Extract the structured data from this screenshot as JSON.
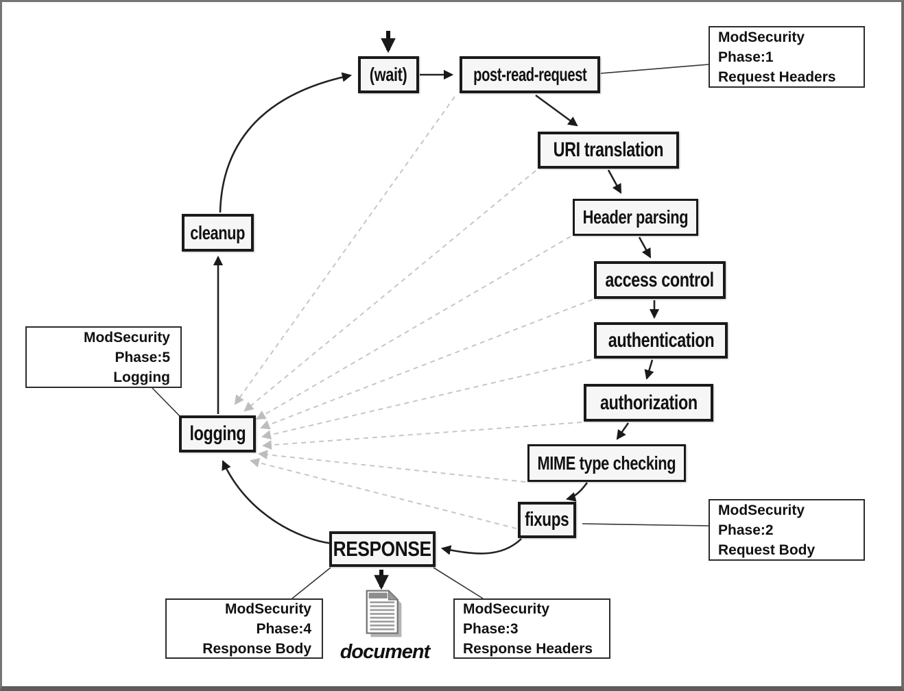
{
  "diagram": {
    "nodes": [
      {
        "id": "wait",
        "label": "(wait)"
      },
      {
        "id": "post-read-request",
        "label": "post-read-request"
      },
      {
        "id": "uri-translation",
        "label": "URI translation"
      },
      {
        "id": "header-parsing",
        "label": "Header parsing"
      },
      {
        "id": "access-control",
        "label": "access control"
      },
      {
        "id": "authentication",
        "label": "authentication"
      },
      {
        "id": "authorization",
        "label": "authorization"
      },
      {
        "id": "mime-type-checking",
        "label": "MIME type checking"
      },
      {
        "id": "fixups",
        "label": "fixups"
      },
      {
        "id": "response",
        "label": "RESPONSE"
      },
      {
        "id": "logging",
        "label": "logging"
      },
      {
        "id": "cleanup",
        "label": "cleanup"
      }
    ],
    "annotations": [
      {
        "id": "modsecurity-phase-1",
        "lines": [
          "ModSecurity Phase:1",
          "Request Headers"
        ]
      },
      {
        "id": "modsecurity-phase-2",
        "lines": [
          "ModSecurity Phase:2",
          "Request Body"
        ]
      },
      {
        "id": "modsecurity-phase-3",
        "lines": [
          "ModSecurity Phase:3",
          "Response Headers"
        ]
      },
      {
        "id": "modsecurity-phase-4",
        "lines": [
          "ModSecurity Phase:4",
          "Response Body"
        ]
      },
      {
        "id": "modsecurity-phase-5",
        "lines": [
          "ModSecurity Phase:5",
          "Logging"
        ]
      }
    ],
    "document_label": "document",
    "colors": {
      "node_fill": "#f6f6f6",
      "node_border": "#1a1a1a",
      "annotation_border": "#2b2b2b",
      "solid_arrow": "#222222",
      "dashed_arrow": "#c4c4c4",
      "frame": "#757575"
    }
  }
}
